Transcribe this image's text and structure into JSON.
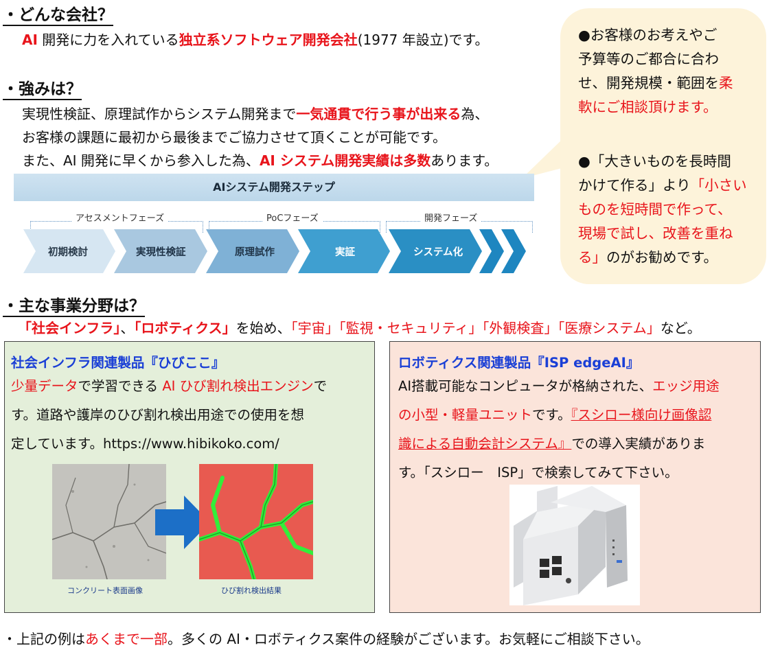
{
  "sections": {
    "company": {
      "heading": "・どんな会社？",
      "line_pre": "AI",
      "line_mid": " 開発に力を入れている",
      "line_red": "独立系ソフトウェア開発会社",
      "line_post": "(1977 年設立)です。"
    },
    "strengths": {
      "heading": "・強みは？",
      "l1_pre": "実現性検証、原理試作からシステム開発まで",
      "l1_red": "一気通貫で行う事が出来る",
      "l1_post": "為、",
      "l2": "お客様の課題に最初から最後までご協力させて頂くことが可能です。",
      "l3_pre": "また、AI 開発に早くから参入した為、",
      "l3_red": "AI システム開発実績は多数",
      "l3_post": "あります。"
    },
    "business": {
      "heading": "・主な事業分野は？",
      "l_red1": "「社会インフラ」",
      "l_sep1": "、",
      "l_red2": "「ロボティクス」",
      "l_mid": "を始め、",
      "l_red3": "「宇宙」「監視・セキュリティ」「外観検査」「医療システム」",
      "l_post": "など。"
    }
  },
  "bubble": {
    "p1_l1": "●お客様のお考えやご",
    "p1_l2": "予算等のご都合に合わ",
    "p1_l3_pre": "せ、開発規模・範囲を",
    "p1_l3_red": "柔",
    "p1_l4_red": "軟にご相談頂けます。",
    "p2_l1": "●「大きいものを長時間",
    "p2_l2_pre": "かけて作る」より",
    "p2_l2_red": "「小さい",
    "p2_l3_red": "ものを短時間で作って、",
    "p2_l4_red": "現場で試し、改善を重ね",
    "p2_l5_red": "る」",
    "p2_l5_post": "のがお勧めです。"
  },
  "steps": {
    "title": "AIシステム開発ステップ",
    "phases": [
      "アセスメントフェーズ",
      "PoCフェーズ",
      "開発フェーズ"
    ],
    "items": [
      "初期検討",
      "実現性検証",
      "原理試作",
      "実証",
      "システム化"
    ]
  },
  "product_hibikoko": {
    "title": "社会インフラ関連製品『ひびここ』",
    "l1_red": "少量データ",
    "l1_mid": "で学習できる ",
    "l1_red2": "AI ひび割れ検出エンジン",
    "l1_post": "で",
    "l2": "す。道路や護岸のひび割れ検出用途での使用を想",
    "l3": "定しています。https://www.hibikoko.com/",
    "caption_left": "コンクリート表面画像",
    "caption_right": "ひび割れ検出結果"
  },
  "product_isp": {
    "title": "ロボティクス関連製品『ISP edgeAI』",
    "l1_pre": "AI搭載可能なコンピュータが格納された、",
    "l1_red": "エッジ用途",
    "l2_red": "の小型・軽量ユニット",
    "l2_post": "です。",
    "l2_link": "『スシロー様向け画像認",
    "l3_link": "識による自動会計システム』",
    "l3_post": "での導入実績がありま",
    "l4": "す。「スシロー　ISP」で検索してみて下さい。"
  },
  "footer": {
    "pre": "・上記の例は",
    "red": "あくまで一部",
    "post": "。多くの AI・ロボティクス案件の経験がございます。お気軽にご相談下さい。"
  },
  "colors": {
    "accent_red": "#e8141b",
    "title_blue": "#1a3fd6",
    "bubble_bg": "#fdf3da",
    "green_box": "#e4efda",
    "pink_box": "#fbe4da"
  }
}
